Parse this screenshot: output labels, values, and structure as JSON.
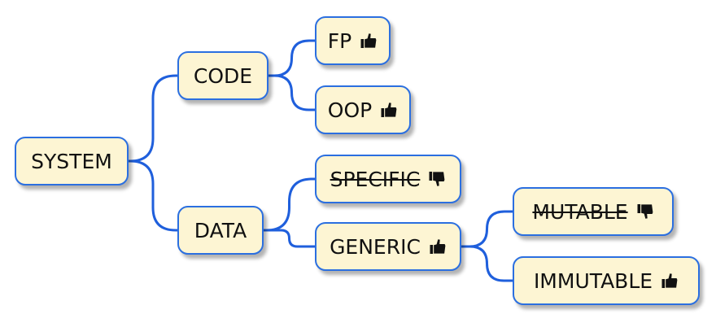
{
  "colors": {
    "edge": "#1f5fdc",
    "node_border": "#2b6fe0",
    "node_fill": "#fdf5d3",
    "text": "#111111"
  },
  "nodes": {
    "system": {
      "label": "SYSTEM",
      "icon": null,
      "struck": false
    },
    "code": {
      "label": "CODE",
      "icon": null,
      "struck": false
    },
    "data": {
      "label": "DATA",
      "icon": null,
      "struck": false
    },
    "fp": {
      "label": "FP",
      "icon": "thumbs-up-icon",
      "struck": false
    },
    "oop": {
      "label": "OOP",
      "icon": "thumbs-up-icon",
      "struck": false
    },
    "specific": {
      "label": "SPECIFIC",
      "icon": "thumbs-down-icon",
      "struck": true
    },
    "generic": {
      "label": "GENERIC",
      "icon": "thumbs-up-icon",
      "struck": false
    },
    "mutable": {
      "label": "MUTABLE",
      "icon": "thumbs-down-icon",
      "struck": true
    },
    "immutable": {
      "label": "IMMUTABLE",
      "icon": "thumbs-up-icon",
      "struck": false
    }
  },
  "edges": [
    [
      "system",
      "code"
    ],
    [
      "system",
      "data"
    ],
    [
      "code",
      "fp"
    ],
    [
      "code",
      "oop"
    ],
    [
      "data",
      "specific"
    ],
    [
      "data",
      "generic"
    ],
    [
      "generic",
      "mutable"
    ],
    [
      "generic",
      "immutable"
    ]
  ]
}
